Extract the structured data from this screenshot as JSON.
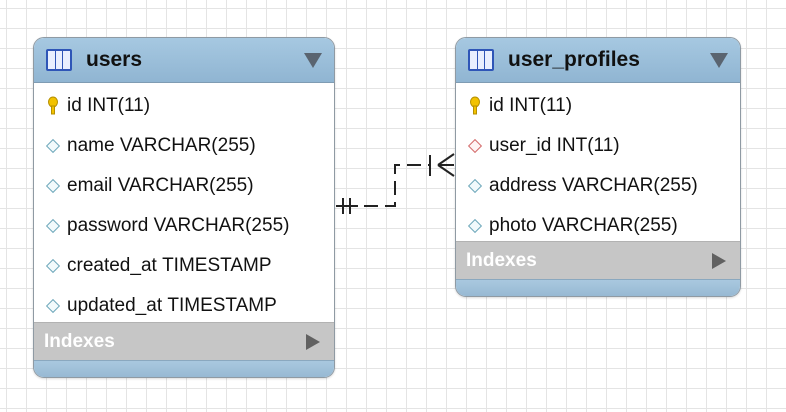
{
  "tables": {
    "users": {
      "name": "users",
      "columns": [
        {
          "name": "id",
          "type": "INT(11)",
          "kind": "primary-key"
        },
        {
          "name": "name",
          "type": "VARCHAR(255)",
          "kind": "column"
        },
        {
          "name": "email",
          "type": "VARCHAR(255)",
          "kind": "column"
        },
        {
          "name": "password",
          "type": "VARCHAR(255)",
          "kind": "column"
        },
        {
          "name": "created_at",
          "type": "TIMESTAMP",
          "kind": "column"
        },
        {
          "name": "updated_at",
          "type": "TIMESTAMP",
          "kind": "column"
        }
      ],
      "indexes_label": "Indexes"
    },
    "user_profiles": {
      "name": "user_profiles",
      "columns": [
        {
          "name": "id",
          "type": "INT(11)",
          "kind": "primary-key"
        },
        {
          "name": "user_id",
          "type": "INT(11)",
          "kind": "foreign-key"
        },
        {
          "name": "address",
          "type": "VARCHAR(255)",
          "kind": "column"
        },
        {
          "name": "photo",
          "type": "VARCHAR(255)",
          "kind": "column"
        }
      ],
      "indexes_label": "Indexes"
    }
  },
  "colors": {
    "header": "#9fc2dd",
    "table_icon": "#2e55b7",
    "primary_key": "#f2c200",
    "column_marker": "#6ea7ba",
    "foreign_key_marker": "#d36a6a",
    "indexes_bar": "#c6c6c6",
    "relationship_line": "#222222"
  },
  "relationship": {
    "from": "users",
    "to": "user_profiles",
    "notation": "one-to-many (crow's foot), dashed"
  }
}
